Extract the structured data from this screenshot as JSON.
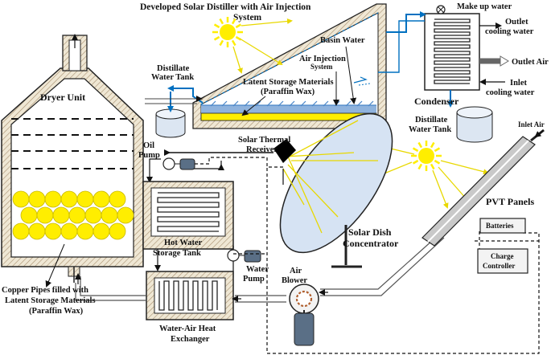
{
  "title": {
    "line1": "Developed Solar Distiller with Air Injection",
    "line2": "System"
  },
  "dryer": {
    "label": "Dryer Unit",
    "pipes_label": [
      "Copper Pipes filled with",
      "Latent Storage Materials",
      "(Paraffin Wax)"
    ]
  },
  "distiller": {
    "distillate_tank_left": [
      "Distillate",
      "Water Tank"
    ],
    "basin_water": "Basin Water",
    "air_injection": [
      "Air Injection",
      "System"
    ],
    "latent_storage": [
      "Latent Storage Materials",
      "(Paraffin Wax)"
    ]
  },
  "condenser": {
    "label": "Condenser",
    "make_up_water": "Make up water",
    "outlet_cooling": [
      "Outlet",
      "cooling water"
    ],
    "outlet_air": "Outlet Air",
    "inlet_cooling": [
      "Inlet",
      "cooling water"
    ],
    "distillate_tank_right": [
      "Distillate",
      "Water Tank"
    ]
  },
  "solar": {
    "receiver": [
      "Solar Thermal",
      "Receiver"
    ],
    "dish": [
      "Solar Dish",
      "Concentrator"
    ]
  },
  "heat_system": {
    "oil_pump": [
      "Oil",
      "Pump"
    ],
    "hot_water_tank": [
      "Hot Water",
      "Storage Tank"
    ],
    "water_pump": [
      "Water",
      "Pump"
    ],
    "exchanger": [
      "Water-Air Heat",
      "Exchanger"
    ],
    "air_blower": [
      "Air",
      "Blower"
    ]
  },
  "pvt": {
    "inlet_air": "Inlet Air",
    "panels": "PVT Panels",
    "batteries": "Batteries",
    "charge_controller": [
      "Charge",
      "Controller"
    ]
  },
  "colors": {
    "sun": "#ffee00",
    "paraffin": "#ffee00",
    "water_blue": "#0070c0",
    "tank_fill": "#dce6f2",
    "basin_blue": "#4a86c8",
    "insulation": "#e9dfc9",
    "dish_fill": "#d6e3f3",
    "pump_fill": "#5a6f86"
  }
}
